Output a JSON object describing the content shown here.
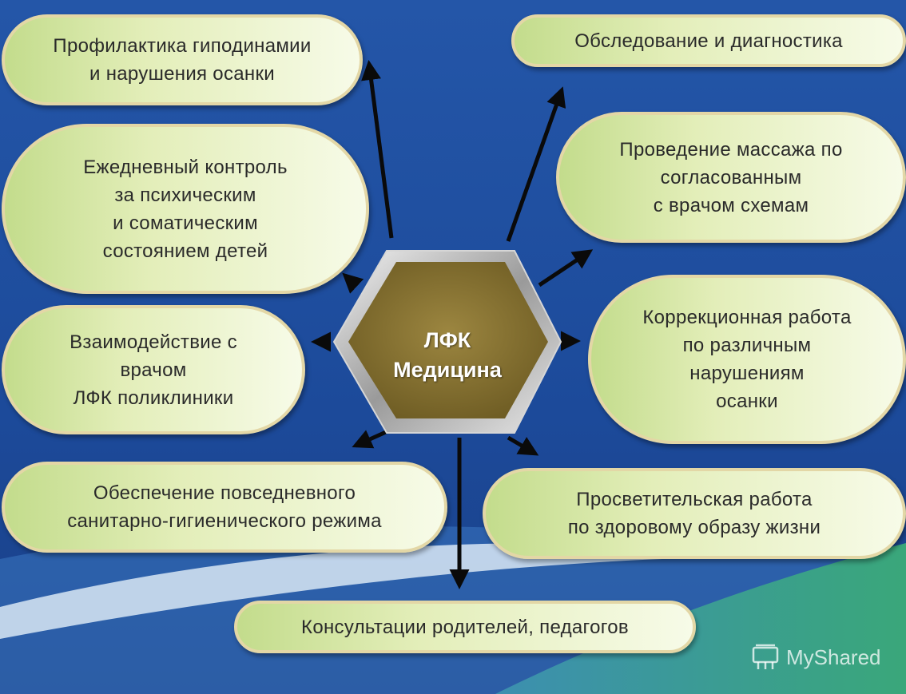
{
  "colors": {
    "background": "#1f4e9c",
    "box_fill": "#e3eeb9",
    "box_border": "#e3d7a6",
    "hexagon_fill": "#8a7433",
    "arrow": "#0a0a0a"
  },
  "center": {
    "label": "ЛФК\nМедицина"
  },
  "boxes": {
    "prophylaxis": "Профилактика гиподинамии\nи нарушения осанки",
    "daily_control": "Ежедневный контроль\nза психическим\nи соматическим\nсостоянием детей",
    "interaction": "Взаимодействие  с\nврачом\nЛФК поликлиники",
    "sanitary": "Обеспечение повседневного\nсанитарно-гигиенического режима",
    "consultations": "Консультации родителей, педагогов",
    "examination": "Обследование и диагностика",
    "massage": "Проведение массажа по\nсогласованным\nс врачом схемам",
    "correction": "Коррекционная работа\nпо различным\nнарушениям\nосанки",
    "education": "Просветительская работа\nпо здоровому  образу жизни"
  },
  "watermark": {
    "text": "MyShared",
    "icon": "myshared-logo-icon"
  }
}
